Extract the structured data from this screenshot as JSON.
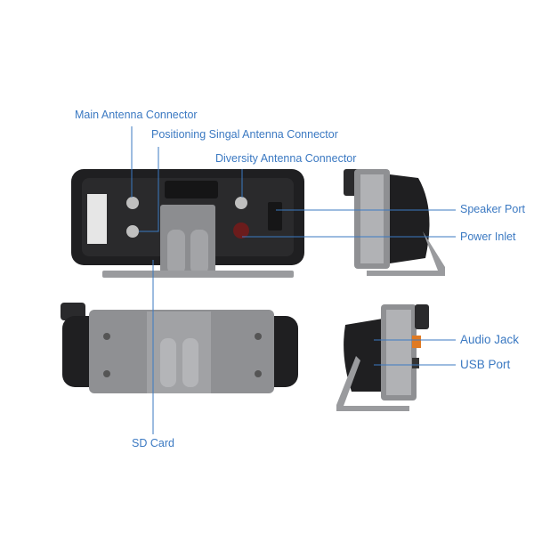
{
  "labels": {
    "main_antenna": "Main Antenna Connector",
    "positioning_antenna": "Positioning Singal Antenna Connector",
    "diversity_antenna": "Diversity Antenna Connector",
    "speaker_port": "Speaker Port",
    "power_inlet": "Power Inlet",
    "audio_jack": "Audio Jack",
    "usb_port": "USB Port",
    "sd_card": "SD Card"
  },
  "colors": {
    "label": "#3b79c2",
    "device": "#1f1f21",
    "metal": "#8c8d90",
    "accent": "#e07a22"
  }
}
